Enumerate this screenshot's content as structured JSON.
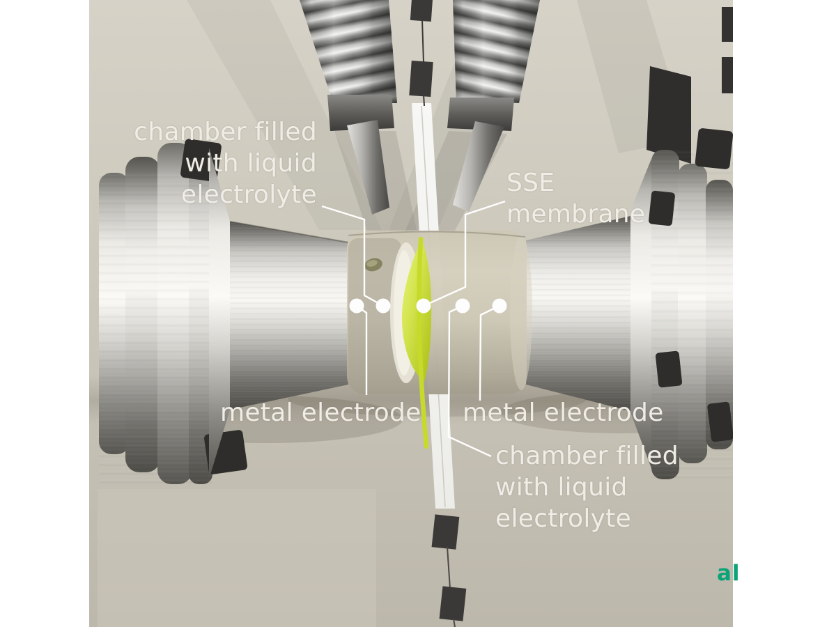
{
  "figure": {
    "title_hint": "3D cutaway render of an electrochemical cell with solid-state-electrolyte membrane",
    "colors": {
      "page_margin": "#ffffff",
      "backdrop_beige": "#ccc8bc",
      "label_text": "#f0ede7",
      "membrane_yellow": "#c9d93a",
      "callout_white": "#ffffff",
      "connector_dark": "#3a3937",
      "watermark_teal": "#0ba378"
    },
    "labels": {
      "chamber_top": {
        "line1": "chamber filled",
        "line2": "with liquid",
        "line3": "electrolyte"
      },
      "sse": {
        "line1": "SSE",
        "line2": "membrane"
      },
      "electrode_left": "metal electrode",
      "electrode_right": "metal electrode",
      "chamber_bottom": {
        "line1": "chamber filled",
        "line2": "with liquid",
        "line3": "electrolyte"
      }
    },
    "callout_dots": 5,
    "watermark_fragment": "al"
  }
}
